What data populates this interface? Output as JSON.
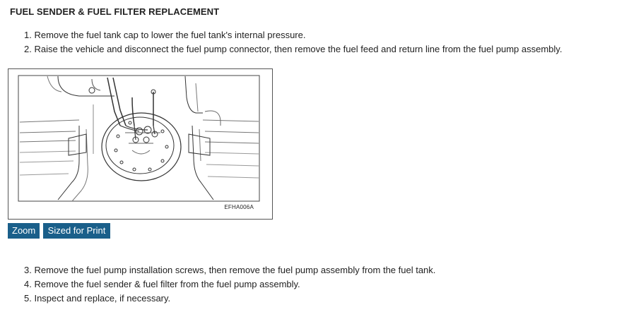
{
  "title": "FUEL SENDER & FUEL FILTER REPLACEMENT",
  "steps_before": [
    "1. Remove the fuel tank cap to lower the fuel tank's internal pressure.",
    "2. Raise the vehicle and disconnect the fuel pump connector, then remove the fuel feed and return line from the fuel pump assembly."
  ],
  "figure": {
    "code": "EFHA006A"
  },
  "buttons": {
    "zoom": "Zoom",
    "print": "Sized for Print"
  },
  "steps_after": [
    "3. Remove the fuel pump installation screws, then remove the fuel pump assembly from the fuel tank.",
    "4. Remove the fuel sender & fuel filter from the fuel pump assembly.",
    "5. Inspect and replace, if necessary."
  ],
  "colors": {
    "button_bg": "#1a5f8a",
    "button_text": "#ffffff",
    "text": "#222222"
  }
}
